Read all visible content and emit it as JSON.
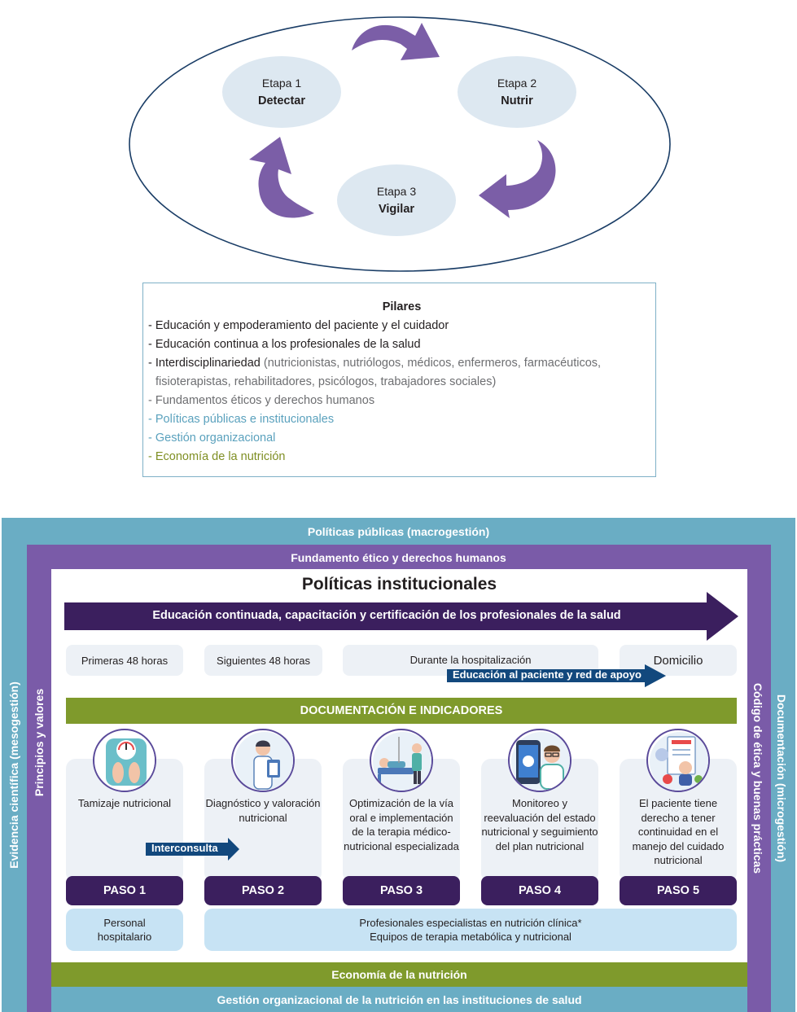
{
  "cycle": {
    "stages": [
      {
        "num": "Etapa 1",
        "name": "Detectar"
      },
      {
        "num": "Etapa 2",
        "name": "Nutrir"
      },
      {
        "num": "Etapa 3",
        "name": "Vigilar"
      }
    ],
    "arrow_color": "#7b5ea7",
    "stage_color": "#dde8f1"
  },
  "pilares": {
    "title": "Pilares",
    "items": [
      "- Educación y empoderamiento del paciente y el cuidador",
      "- Educación continua a los profesionales de la salud",
      "- Interdisciplinariedad",
      "(nutricionistas, nutriólogos, médicos, enfermeros, farmacéuticos,",
      "fisioterapistas, rehabilitadores, psicólogos, trabajadores sociales)",
      "- Fundamentos éticos y derechos humanos",
      "- Políticas públicas e institucionales",
      "- Gestión organizacional",
      "- Economía de la nutrición"
    ]
  },
  "framework": {
    "macro": "Políticas públicas (macrogestión)",
    "ethics": "Fundamento ético y derechos humanos",
    "left_outer": "Evidencia científica (mesogestión)",
    "left_inner": "Principios y valores",
    "right_inner": "Código de ética y buenas prácticas",
    "right_outer": "Documentación (microgestión)",
    "institutional_title": "Políticas institucionales",
    "education_arrow": "Educación continuada, capacitación y certificación de los profesionales de la salud",
    "timeline": [
      "Primeras 48 horas",
      "Siguientes 48 horas",
      "Durante la hospitalización",
      "Domicilio"
    ],
    "patient_education": "Educación al paciente y red de apoyo",
    "documentation_bar": "DOCUMENTACIÓN E INDICADORES",
    "steps": [
      {
        "text": "Tamizaje nutricional",
        "label": "PASO 1",
        "icon": "scale-icon"
      },
      {
        "text": "Diagnóstico y valoración nutricional",
        "label": "PASO 2",
        "icon": "doctor-clipboard-icon"
      },
      {
        "text": "Optimización de la vía oral e implementación de la terapia médico-nutricional especializada",
        "label": "PASO 3",
        "icon": "hospital-bed-icon"
      },
      {
        "text": "Monitoreo y reevaluación del estado nutricional y seguimiento del plan nutricional",
        "label": "PASO 4",
        "icon": "phone-doctor-icon"
      },
      {
        "text": "El paciente tiene derecho a tener continuidad en el manejo del cuidado nutricional",
        "label": "PASO 5",
        "icon": "diet-plan-icon"
      }
    ],
    "interconsulta": "Interconsulta",
    "staff_left": [
      "Personal",
      "hospitalario"
    ],
    "staff_right": [
      "Profesionales especialistas en nutrición clínica*",
      "Equipos de terapia metabólica y nutricional"
    ],
    "economy": "Economía de la nutrición",
    "management": "Gestión organizacional de la nutrición en las instituciones de salud",
    "colors": {
      "outer_blue": "#6aadc4",
      "purple": "#7a5ba8",
      "dark_purple": "#3b1f5e",
      "green": "#7f9a2c",
      "navy_arrow": "#12487d",
      "light_blue": "#c7e3f4"
    }
  }
}
